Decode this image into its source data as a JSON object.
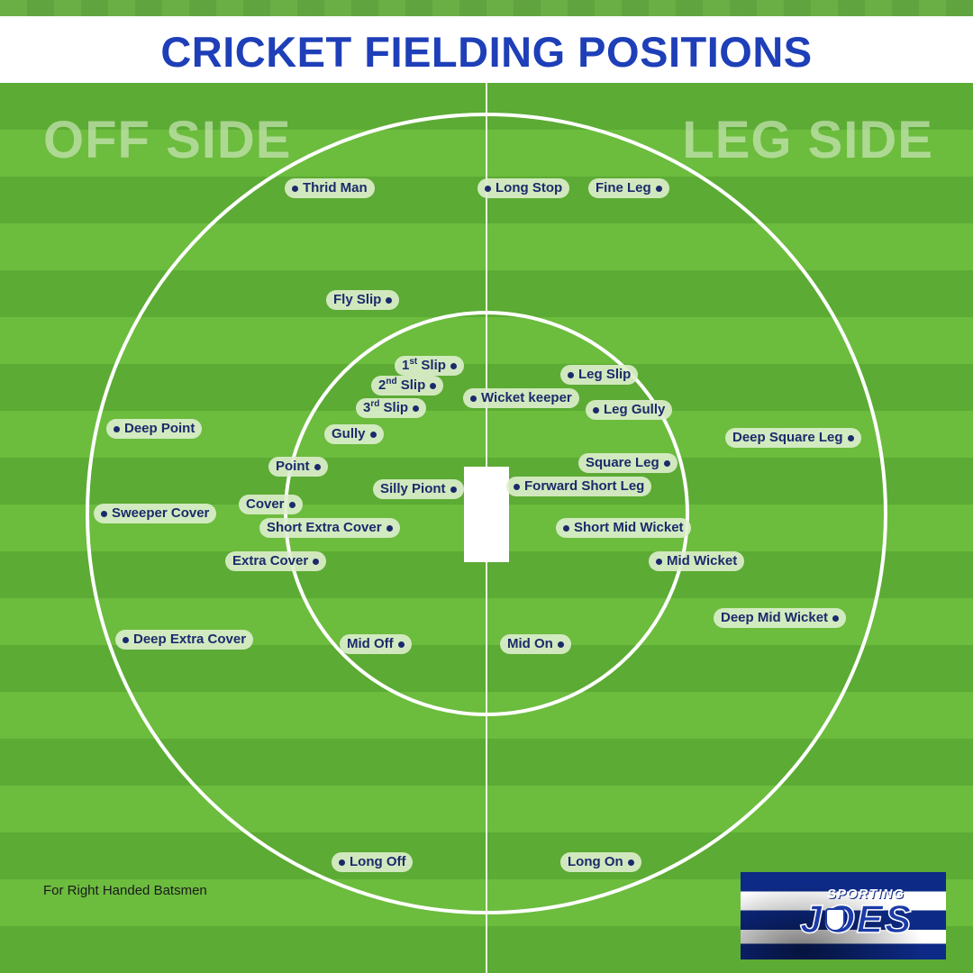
{
  "title": "CRICKET FIELDING POSITIONS",
  "sides": {
    "off": "OFF SIDE",
    "leg": "LEG SIDE"
  },
  "note": "For Right Handed Batsmen",
  "logo": {
    "line1": "SPORTING",
    "line2": "JOES"
  },
  "colors": {
    "title": "#1e3fb8",
    "label_text": "#1b2a6b",
    "grass_light": "#6cbc3e",
    "grass_dark": "#5cab34",
    "logo_blue": "#0d2a86"
  },
  "positions": {
    "thrid_man": "Thrid Man",
    "long_stop": "Long Stop",
    "fine_leg": "Fine Leg",
    "fly_slip": "Fly Slip",
    "first_slip": {
      "num": "1",
      "suffix": "st",
      "text": "Slip"
    },
    "second_slip": {
      "num": "2",
      "suffix": "nd",
      "text": "Slip"
    },
    "third_slip": {
      "num": "3",
      "suffix": "rd",
      "text": "Slip"
    },
    "leg_slip": "Leg Slip",
    "wicket_keeper": "Wicket keeper",
    "leg_gully": "Leg Gully",
    "gully": "Gully",
    "deep_point": "Deep Point",
    "deep_square_leg": "Deep Square Leg",
    "point": "Point",
    "square_leg": "Square Leg",
    "silly_piont": "Silly Piont",
    "forward_short_leg": "Forward Short Leg",
    "cover": "Cover",
    "sweeper_cover": "Sweeper Cover",
    "short_extra_cover": "Short Extra Cover",
    "short_mid_wicket": "Short Mid Wicket",
    "extra_cover": "Extra Cover",
    "mid_wicket": "Mid Wicket",
    "deep_mid_wicket": "Deep Mid Wicket",
    "deep_extra_cover": "Deep Extra Cover",
    "mid_off": "Mid Off",
    "mid_on": "Mid On",
    "long_off": "Long Off",
    "long_on": "Long On"
  }
}
